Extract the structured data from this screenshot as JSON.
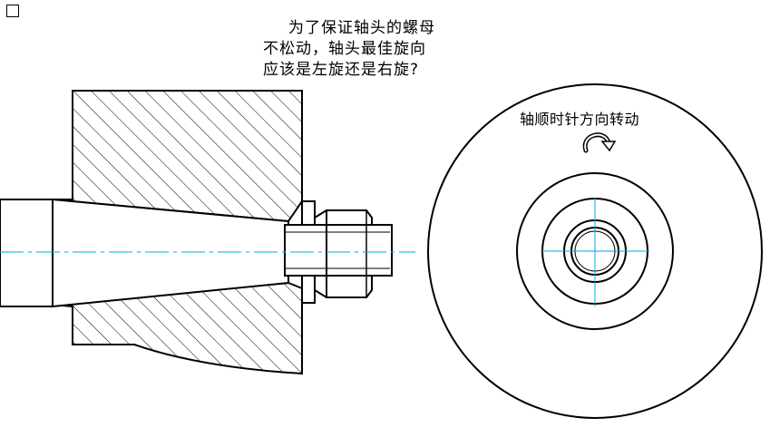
{
  "question": {
    "line1": "为了保证轴头的螺母",
    "line2": "不松动，轴头最佳旋向",
    "line3": "应该是左旋还是右旋?"
  },
  "end_view": {
    "caption": "轴顺时针方向转动",
    "arrow_icon": "clockwise-rotation-arrow-icon"
  },
  "colors": {
    "line": "#000000",
    "centerline": "#00a8e0",
    "hatch": "#000000",
    "background": "#ffffff"
  }
}
